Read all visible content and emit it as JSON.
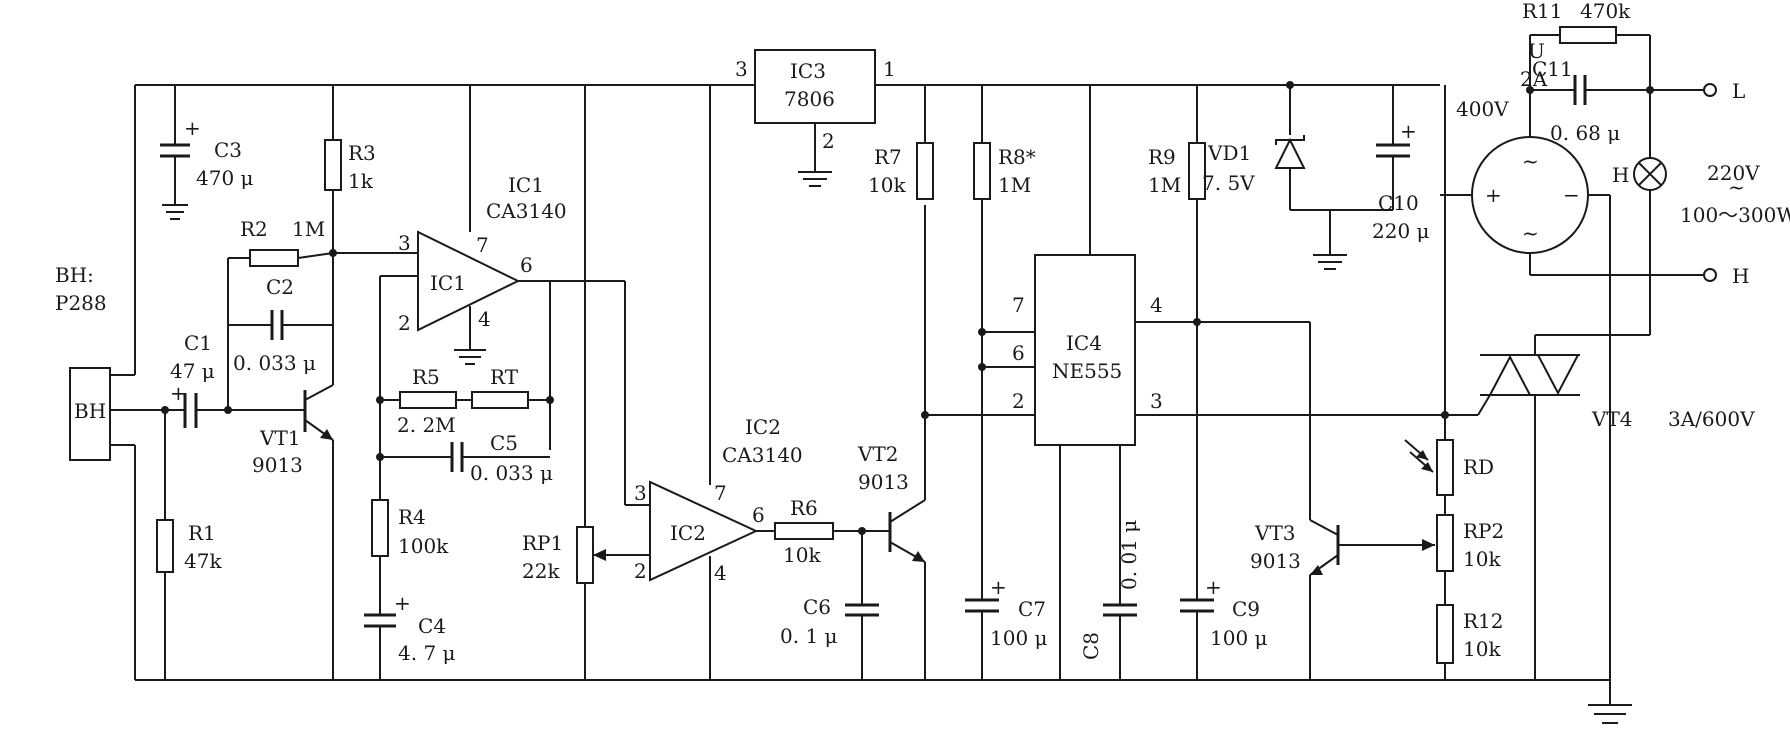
{
  "components": {
    "c3": {
      "ref": "C3",
      "value": "470 μ",
      "plus": "+"
    },
    "r3": {
      "ref": "R3",
      "value": "1k"
    },
    "r2": {
      "ref": "R2",
      "value": "1M"
    },
    "c2": {
      "ref": "C2",
      "value": "0. 033 μ"
    },
    "c1": {
      "ref": "C1",
      "value": "47 μ",
      "plus": "+"
    },
    "bh": {
      "label": "BH:",
      "part": "P288",
      "box": "BH"
    },
    "vt1": {
      "ref": "VT1",
      "value": "9013"
    },
    "r1": {
      "ref": "R1",
      "value": "47k"
    },
    "ic1": {
      "ref": "IC1",
      "part": "CA3140",
      "body": "IC1",
      "pin3": "3",
      "pin7": "7",
      "pin6": "6",
      "pin2": "2",
      "pin4": "4"
    },
    "r5": {
      "ref": "R5",
      "value": "2. 2M"
    },
    "rt": {
      "ref": "RT"
    },
    "c5": {
      "ref": "C5",
      "value": "0. 033 μ"
    },
    "r4": {
      "ref": "R4",
      "value": "100k"
    },
    "c4": {
      "ref": "C4",
      "value": "4. 7 μ",
      "plus": "+"
    },
    "ic3": {
      "ref": "IC3",
      "part": "7806",
      "pin3": "3",
      "pin1": "1",
      "pin2": "2"
    },
    "rp1": {
      "ref": "RP1",
      "value": "22k"
    },
    "ic2": {
      "ref": "IC2",
      "part": "CA3140",
      "body": "IC2",
      "pin3": "3",
      "pin7": "7",
      "pin6": "6",
      "pin2": "2",
      "pin4": "4"
    },
    "r6": {
      "ref": "R6",
      "value": "10k"
    },
    "c6": {
      "ref": "C6",
      "value": "0. 1 μ"
    },
    "vt2": {
      "ref": "VT2",
      "value": "9013"
    },
    "r7": {
      "ref": "R7",
      "value": "10k"
    },
    "r8": {
      "ref": "R8*",
      "value": "1M"
    },
    "c7": {
      "ref": "C7",
      "value": "100 μ",
      "plus": "+"
    },
    "ic4": {
      "ref": "IC4",
      "part": "NE555",
      "pin7": "7",
      "pin6": "6",
      "pin2": "2",
      "pin4": "4",
      "pin3": "3"
    },
    "c8": {
      "ref": "C8",
      "value": "0. 01 μ"
    },
    "r9": {
      "ref": "R9",
      "value": "1M"
    },
    "c9": {
      "ref": "C9",
      "value": "100 μ",
      "plus": "+"
    },
    "vd1": {
      "ref": "VD1",
      "value": "7. 5V"
    },
    "c10": {
      "ref": "C10",
      "value": "220 μ",
      "plus": "+"
    },
    "vt3": {
      "ref": "VT3",
      "value": "9013"
    },
    "rd": {
      "ref": "RD"
    },
    "rp2": {
      "ref": "RP2",
      "value": "10k"
    },
    "r12": {
      "ref": "R12",
      "value": "10k"
    },
    "u": {
      "ref": "U",
      "rating1": "2A",
      "rating2": "400V",
      "plus": "+",
      "minus": "−",
      "tilde": "~"
    },
    "r11": {
      "ref": "R11",
      "value": "470k"
    },
    "c11": {
      "ref": "C11",
      "value": "0. 68 μ"
    },
    "vt4": {
      "ref": "VT4",
      "rating": "3A/600V"
    },
    "lamp": {
      "ref": "H",
      "voltage": "220V",
      "tilde": "~",
      "power": "100～300W"
    },
    "terminals": {
      "l": "L",
      "h": "H"
    }
  },
  "colors": {
    "ink": "#1a1a1a",
    "paper": "#ffffff"
  }
}
